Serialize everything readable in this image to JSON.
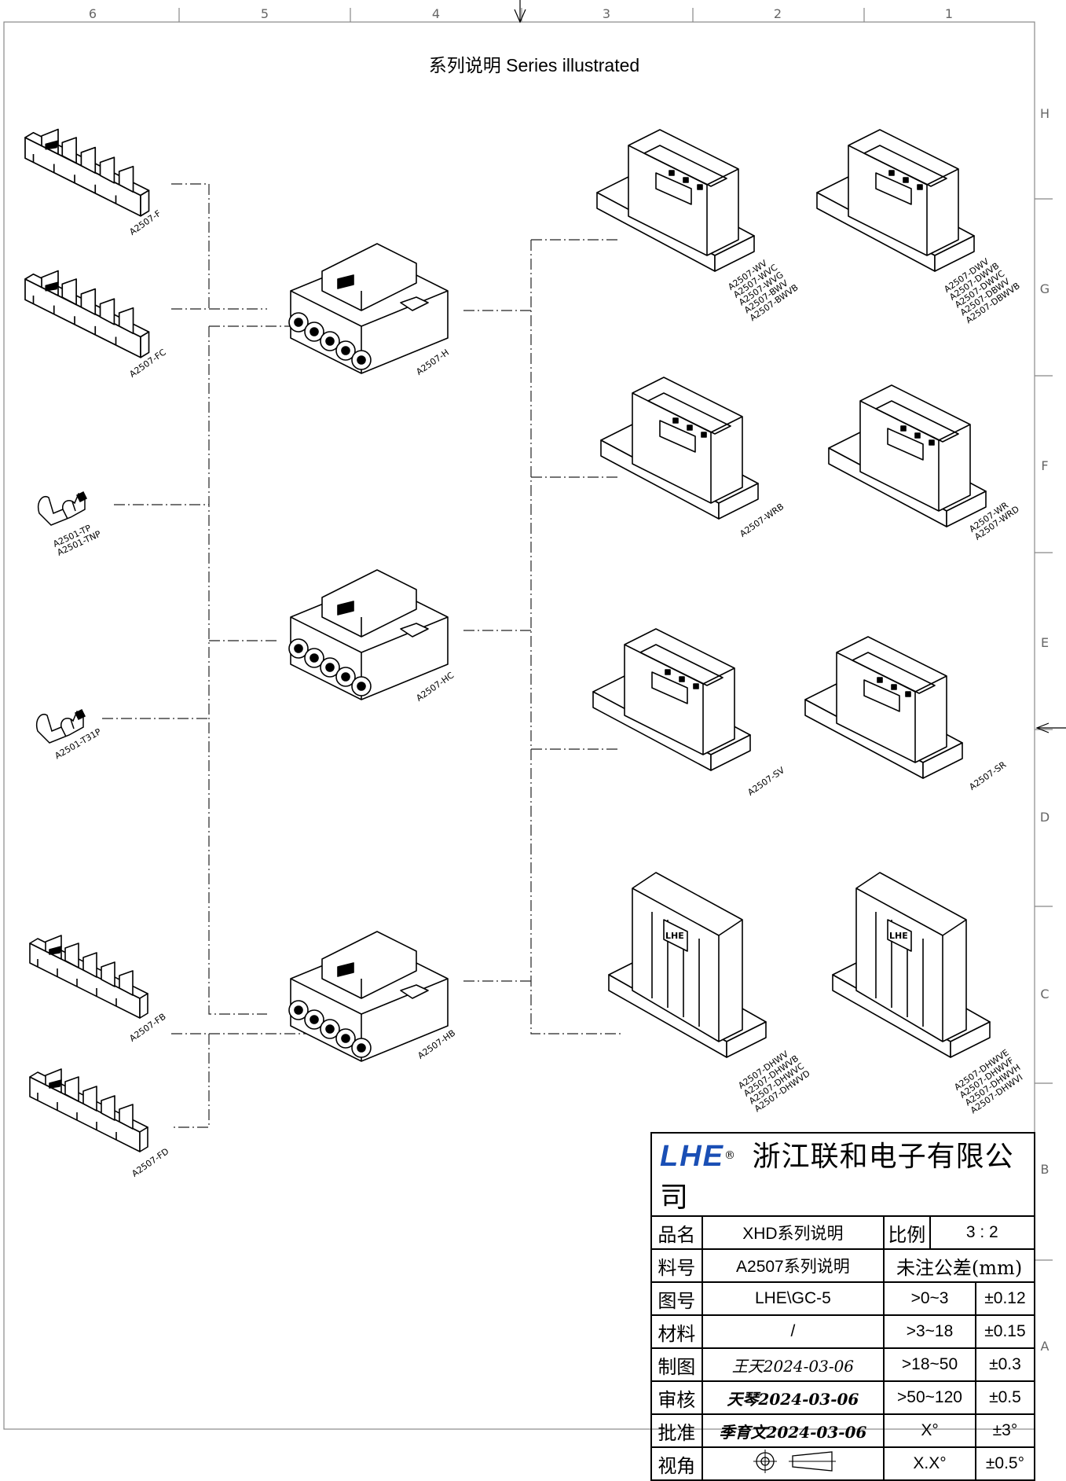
{
  "header": {
    "title": "系列说明 Series illustrated"
  },
  "zones": {
    "top": [
      "6",
      "5",
      "4",
      "3",
      "2",
      "1"
    ],
    "right": [
      "H",
      "G",
      "F",
      "E",
      "D",
      "C",
      "B",
      "A"
    ]
  },
  "parts": {
    "a2507_f": "A2507-F",
    "a2507_fc": "A2507-FC",
    "a2501_tp": [
      "A2501-TP",
      "A2501-TNP"
    ],
    "a2501_t31p": "A2501-T31P",
    "a2507_fb": "A2507-FB",
    "a2507_fd": "A2507-FD",
    "a2507_h": "A2507-H",
    "a2507_hc": "A2507-HC",
    "a2507_hb": "A2507-HB",
    "wv_group": [
      "A2507-WV",
      "A2507-WVC",
      "A2507-WVG",
      "A2507-BWV",
      "A2507-BWVB"
    ],
    "dwv_group": [
      "A2507-DWV",
      "A2507-DWVB",
      "A2507-DWVC",
      "A2507-DBWV",
      "A2507-DBWVB"
    ],
    "wrb": "A2507-WRB",
    "wr_group": [
      "A2507-WR",
      "A2507-WRD"
    ],
    "sv": "A2507-SV",
    "sr": "A2507-SR",
    "dhwv_group": [
      "A2507-DHWV",
      "A2507-DHWVB",
      "A2507-DHWVC",
      "A2507-DHWVD"
    ],
    "dhwve_group": [
      "A2507-DHWVE",
      "A2507-DHWVF",
      "A2507-DHWVH",
      "A2507-DHWVI"
    ]
  },
  "title_block": {
    "logo": "LHE",
    "registered": "®",
    "company": "浙江联和电子有限公司",
    "rows": [
      {
        "label": "品名",
        "value": "XHD系列说明",
        "k": "比例",
        "v": "3 : 2"
      },
      {
        "label": "料号",
        "value": "A2507系列说明",
        "k": "未注公差(mm)",
        "v": ""
      },
      {
        "label": "图号",
        "value": "LHE\\GC-5",
        "k": ">0~3",
        "v": "±0.12"
      },
      {
        "label": "材料",
        "value": "/",
        "k": ">3~18",
        "v": "±0.15"
      },
      {
        "label": "制图",
        "value": "王天2024-03-06",
        "k": ">18~50",
        "v": "±0.3"
      },
      {
        "label": "审核",
        "value": "天琴2024-03-06",
        "k": ">50~120",
        "v": "±0.5"
      },
      {
        "label": "批准",
        "value": "季育文2024-03-06",
        "k": "X°",
        "v": "±3°"
      },
      {
        "label": "视角",
        "value": "",
        "k": "X.X°",
        "v": "±0.5°"
      }
    ]
  }
}
